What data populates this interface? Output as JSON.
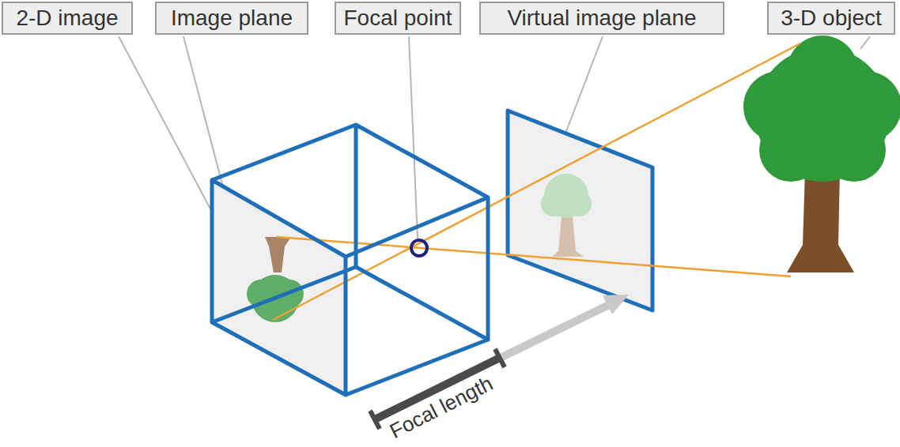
{
  "diagram": {
    "nodes": [
      {
        "text": [
          "2-D image"
        ]
      },
      {
        "text": [
          "Image plane"
        ]
      },
      {
        "text": [
          "Focal point"
        ]
      },
      {
        "text": [
          "Virtual image plane"
        ]
      },
      {
        "text": [
          "3-D object"
        ]
      }
    ],
    "labels": [
      "Focal length"
    ]
  }
}
